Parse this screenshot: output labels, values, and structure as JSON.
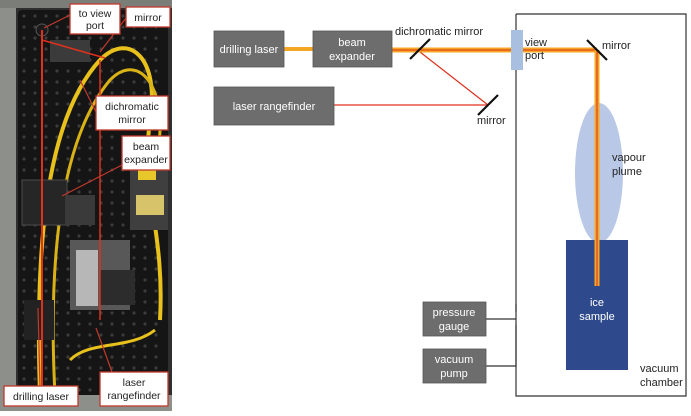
{
  "photo_panel": {
    "labels": {
      "to_view_port": [
        "to view",
        "port"
      ],
      "mirror": "mirror",
      "dichromatic_mirror": [
        "dichromatic",
        "mirror"
      ],
      "beam_expander": [
        "beam",
        "expander"
      ],
      "drilling_laser": "drilling laser",
      "laser_rangefinder": [
        "laser",
        "rangefinder"
      ]
    }
  },
  "schematic": {
    "boxes": {
      "drilling_laser": [
        "drilling laser"
      ],
      "beam_expander": [
        "beam",
        "expander"
      ],
      "laser_rangefinder": [
        "laser rangefinder"
      ],
      "pressure_gauge": [
        "pressure",
        "gauge"
      ],
      "vacuum_pump": [
        "vacuum",
        "pump"
      ]
    },
    "labels": {
      "dichromatic_mirror": "dichromatic mirror",
      "view_port": [
        "view",
        "port"
      ],
      "mirror_top": "mirror",
      "mirror_lower": "mirror",
      "vapour_plume": [
        "vapour",
        "plume"
      ],
      "ice_sample": [
        "ice",
        "sample"
      ],
      "vacuum_chamber": [
        "vacuum",
        "chamber"
      ]
    }
  },
  "colors": {
    "box_fill": "#6d6d6d",
    "laser_beam": "#f5a623",
    "laser_core": "#e0301e",
    "rangefinder_line": "#e0301e",
    "ice_sample": "#2e4a8c",
    "plume": "#b9c8e6",
    "view_port": "#a9bfe0",
    "callout_border": "#c0392b"
  }
}
